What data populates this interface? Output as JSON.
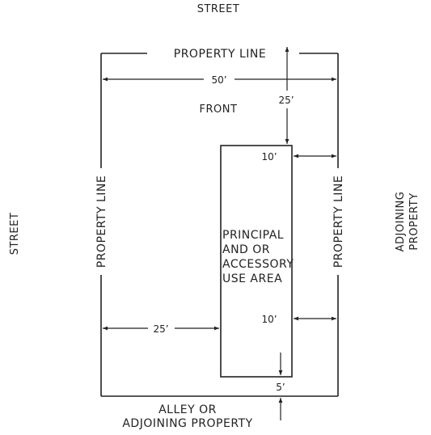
{
  "labels": {
    "street_top": "STREET",
    "street_left": "STREET",
    "property_line_top": "PROPERTY LINE",
    "property_line_left": "PROPERTY LINE",
    "property_line_right": "PROPERTY LINE",
    "front": "FRONT",
    "adjoining_line1": "ADJOINING",
    "adjoining_line2": "PROPERTY",
    "alley_line1": "ALLEY OR",
    "alley_line2": "ADJOINING PROPERTY",
    "use_area_lines": [
      "PRINCIPAL",
      "AND OR",
      "ACCESSORY",
      "USE AREA"
    ]
  },
  "dimensions": {
    "lot_width": "50’",
    "front_setback": "25’",
    "side_top": "10’",
    "side_bottom": "10’",
    "left_side": "25’",
    "rear": "5’"
  },
  "colors": {
    "ink": "#222222",
    "paper": "#ffffff"
  }
}
